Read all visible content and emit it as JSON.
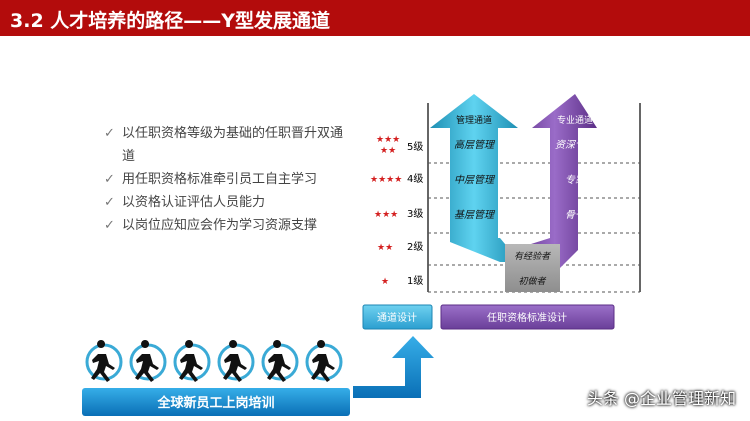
{
  "title": "3.2 人才培养的路径——Y型发展通道",
  "bullets": [
    "以任职资格等级为基础的任职晋升双通道",
    "用任职资格标准牵引员工自主学习",
    "以资格认证评估人员能力",
    "以岗位应知应会作为学习资源支撑"
  ],
  "levels": [
    {
      "label": "5级",
      "stars": "★★★\n ★★"
    },
    {
      "label": "4级",
      "stars": "★★★★"
    },
    {
      "label": "3级",
      "stars": "★★★"
    },
    {
      "label": "2级",
      "stars": "★★"
    },
    {
      "label": "1级",
      "stars": "★"
    }
  ],
  "left_channel": {
    "title": "管理通道",
    "items": [
      "高层管理",
      "中层管理",
      "基层管理"
    ]
  },
  "right_channel": {
    "title": "专业通道",
    "items": [
      "资深专家",
      "专家",
      "骨干"
    ]
  },
  "base": {
    "upper": "有经验者",
    "lower": "初做者"
  },
  "buttons": {
    "channel_design": "通道设计",
    "qualification_design": "任职资格标准设计",
    "training": "全球新员工上岗培训"
  },
  "watermark": "头条 @企业管理新知",
  "colors": {
    "title_bg": "#b30c0c",
    "cyan": "#25b6d9",
    "purple": "#7b4ea6",
    "star": "#d42020"
  }
}
